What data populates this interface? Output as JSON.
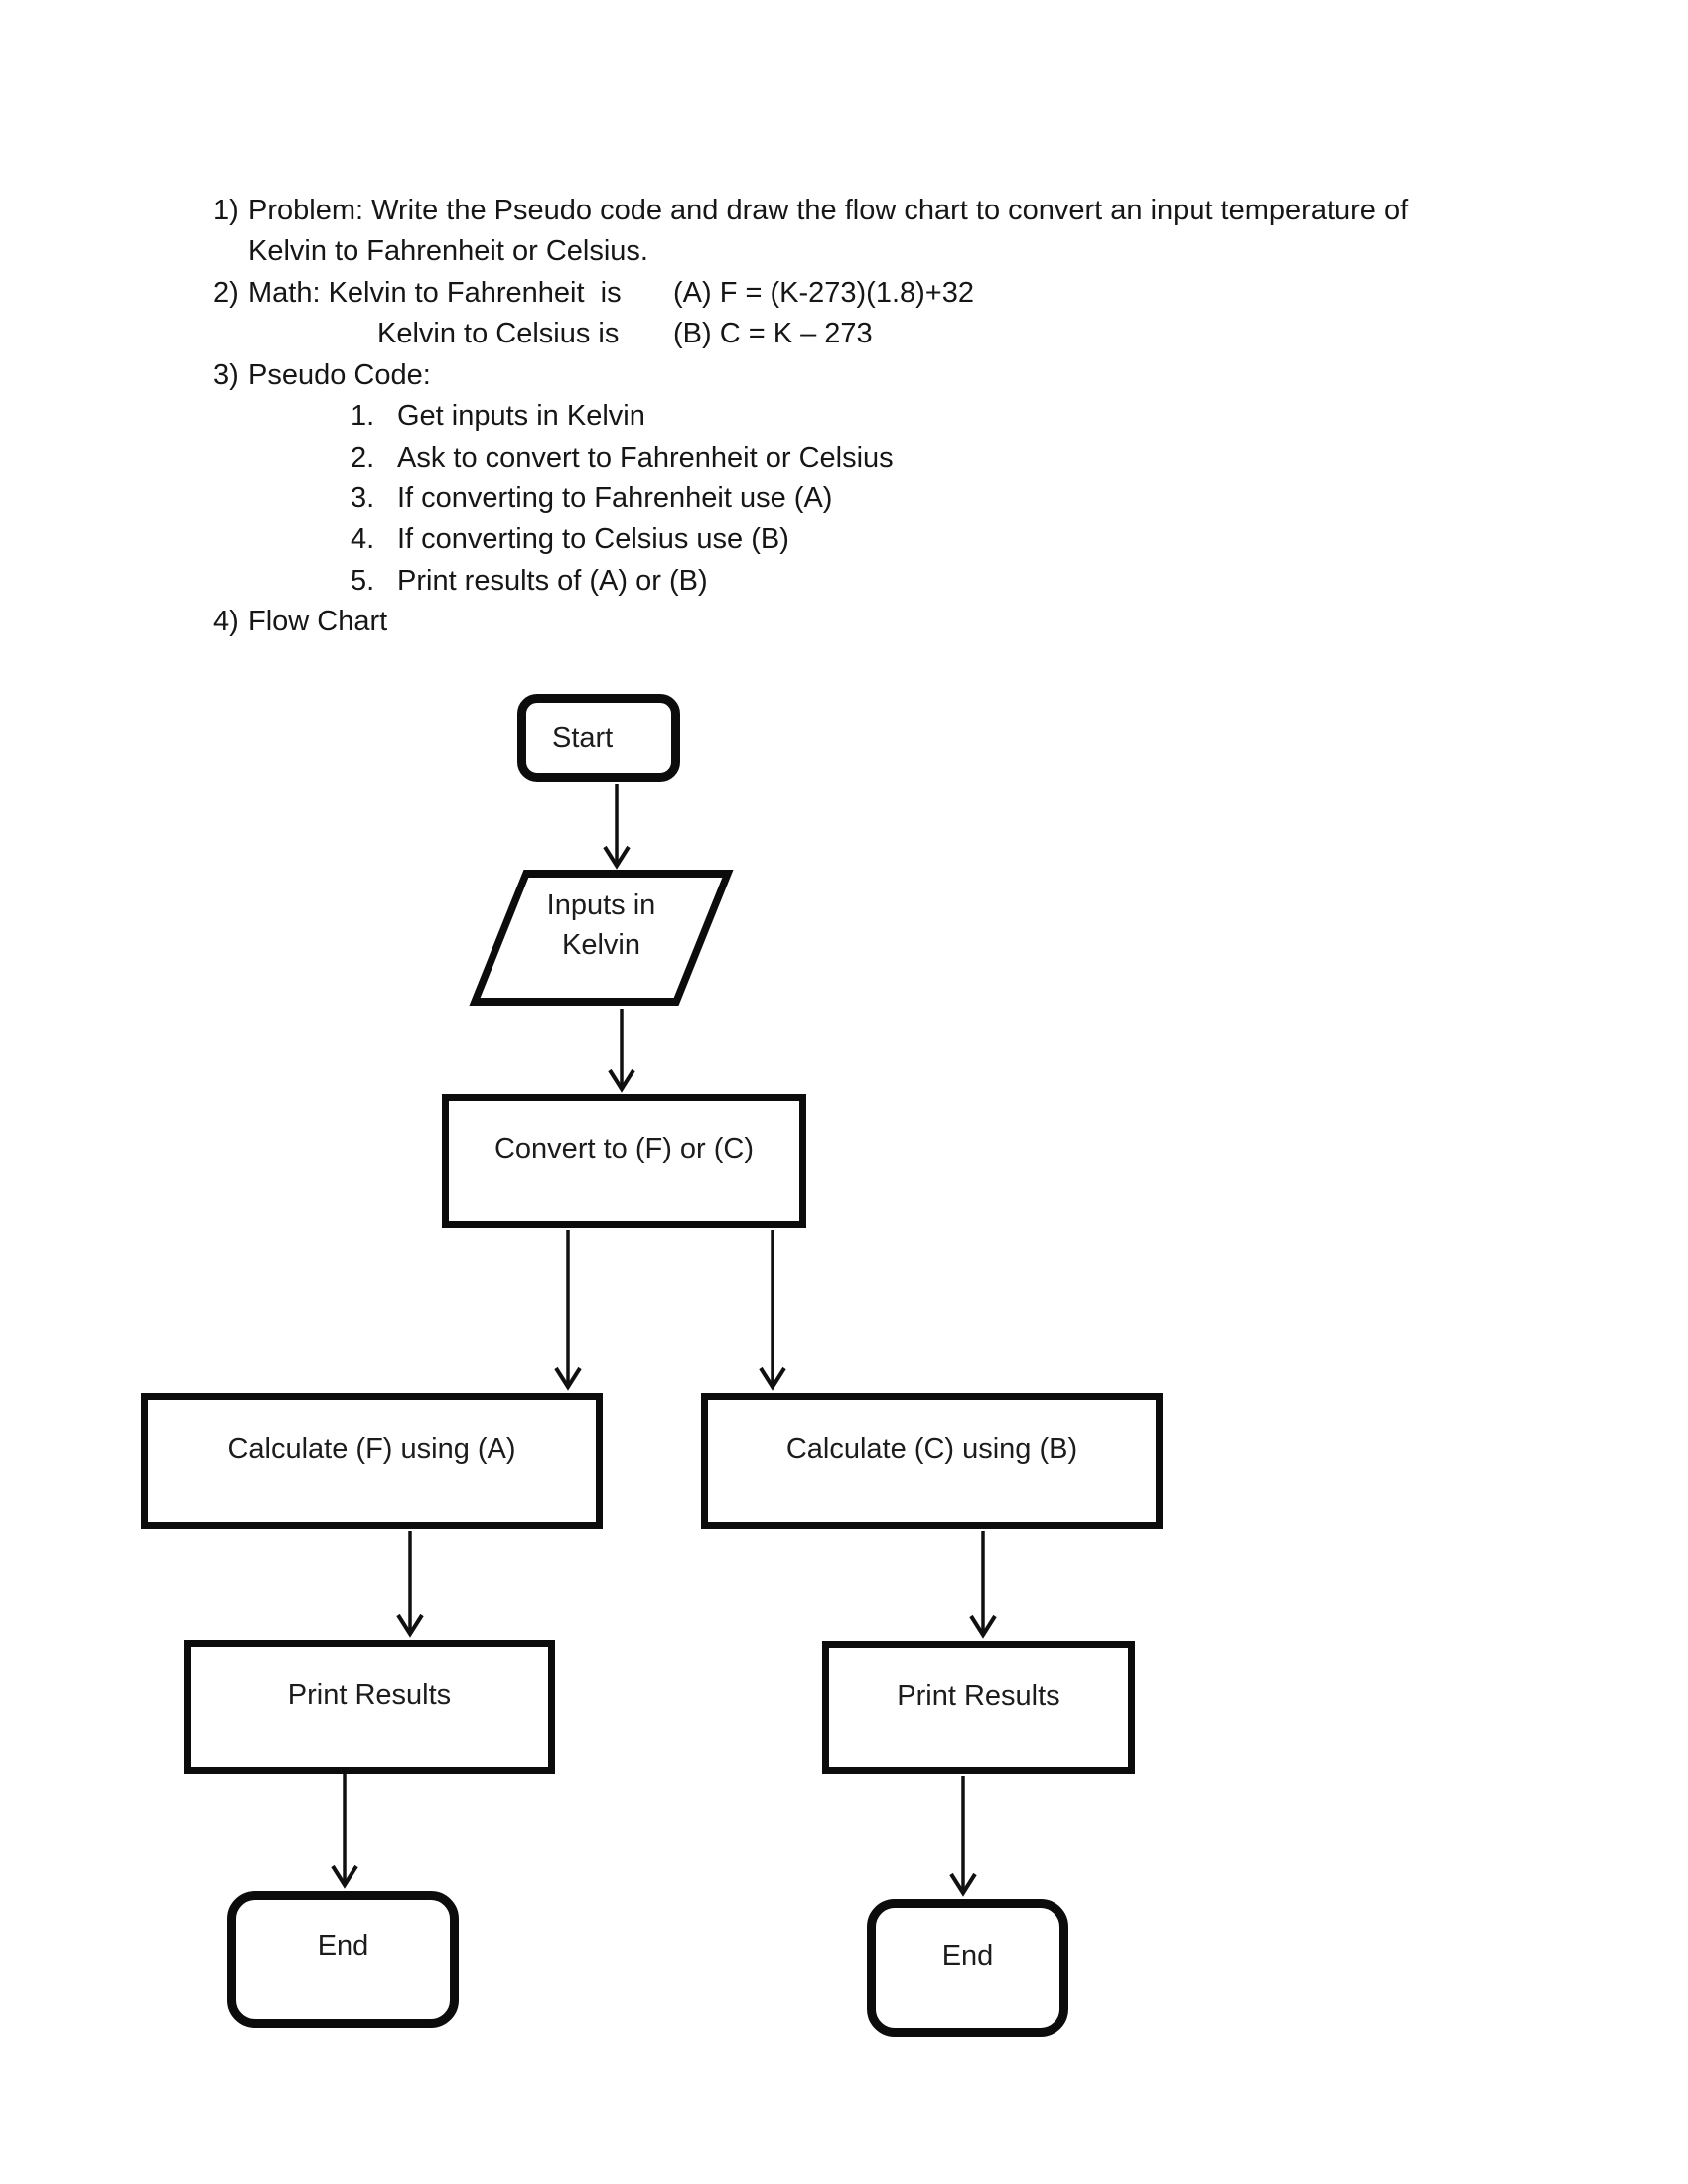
{
  "colors": {
    "ink": "#161616",
    "background": "#ffffff"
  },
  "outline": [
    {
      "marker": "1)",
      "text": "Problem: Write the Pseudo code and draw the flow chart to convert an input temperature of"
    },
    {
      "marker": "",
      "text": "Kelvin to Fahrenheit or Celsius."
    },
    {
      "marker": "2)",
      "text": "Math: Kelvin to Fahrenheit  is",
      "formula": "(A) F = (K-273)(1.8)+32"
    },
    {
      "marker": "",
      "text": "Kelvin to Celsius is",
      "formula": "(B) C = K – 273"
    },
    {
      "marker": "3)",
      "text": "Pseudo Code:"
    }
  ],
  "pseudo_code_steps": [
    {
      "marker": "1.",
      "text": "Get inputs in Kelvin"
    },
    {
      "marker": "2.",
      "text": "Ask to convert to Fahrenheit or Celsius"
    },
    {
      "marker": "3.",
      "text": "If converting to Fahrenheit use (A)"
    },
    {
      "marker": "4.",
      "text": "If converting to Celsius use (B)"
    },
    {
      "marker": "5.",
      "text": "Print results of (A) or (B)"
    }
  ],
  "flow_chart_heading": {
    "marker": "4)",
    "text": "Flow Chart"
  },
  "flowchart": {
    "start_label": "Start",
    "input_label_line1": "Inputs in",
    "input_label_line2": "Kelvin",
    "convert_label": "Convert to (F) or (C)",
    "calculate_f_label": "Calculate (F) using (A)",
    "calculate_c_label": "Calculate (C) using (B)",
    "print_left_label": "Print Results",
    "print_right_label": "Print Results",
    "end_left_label": "End",
    "end_right_label": "End"
  }
}
